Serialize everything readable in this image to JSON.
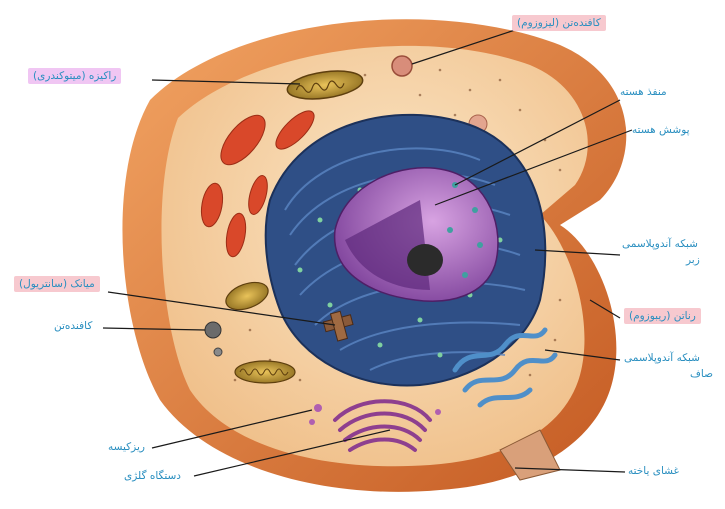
{
  "colors": {
    "label_text": "#2a8fc0",
    "highlight_pink": "#f7c9cf",
    "highlight_violet": "#f0c6f3",
    "leader_line": "#1a1a1a",
    "cell_membrane": "#e07a3a",
    "cytoplasm": "#f6d3a8",
    "nucleus": "#9c5fb5",
    "endoplasmic_reticulum": "#2f4f86",
    "mitochondria": "#9a7a2a",
    "golgi": "#8e3f8f",
    "lysosome": "#cf8e7a"
  },
  "labels": {
    "lysosome": "کافنده‌تن (لیزوزوم)",
    "mitochondria": "راکیزه (میتوکندری)",
    "nuclear_pore": "منفذ هسته",
    "nuclear_envelope": "پوشش هسته",
    "rough_er_line1": "شبکه آندوپلاسمی",
    "rough_er_line2": "زبر",
    "ribosome": "رناتن (ریبوزوم)",
    "smooth_er_line1": "شبکه آندوپلاسمی",
    "smooth_er_line2": "صاف",
    "cell_membrane": "غشای یاخته",
    "centriole": "میانک (سانتریول)",
    "lysosome_small": "کافنده‌تن",
    "vesicle": "ریزکیسه",
    "golgi": "دستگاه گلژی"
  }
}
